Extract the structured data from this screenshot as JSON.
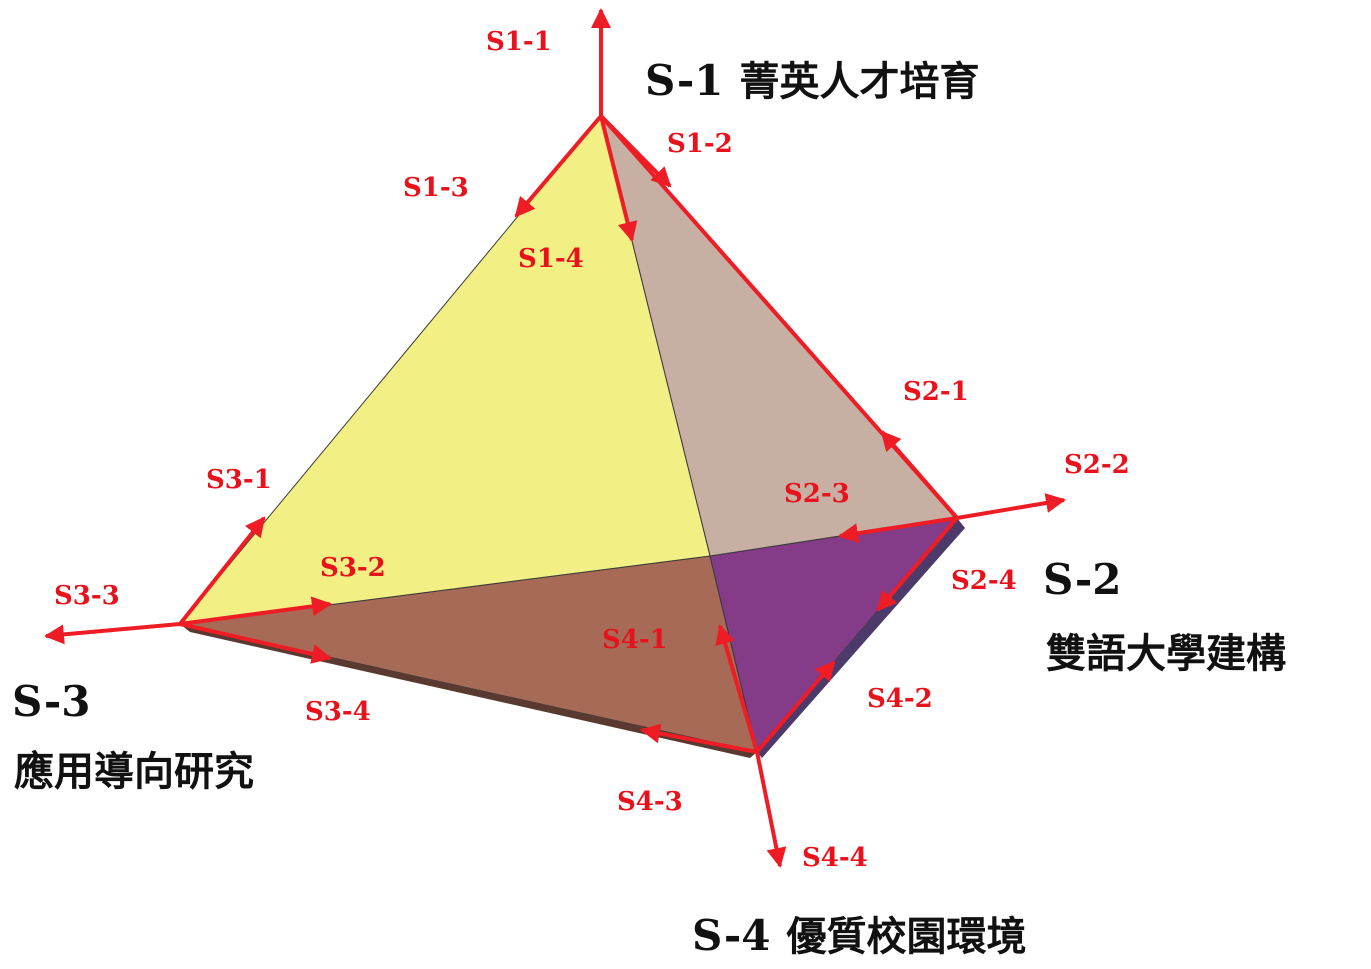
{
  "colors": {
    "face_left": "#f2ef84",
    "face_right": "#c7afa3",
    "face_bottom": "#a66a56",
    "face_purple": "#843c88",
    "vector": "#ee1c24",
    "edge": "#3a3a3a"
  },
  "strategies": [
    {
      "id": "S-1",
      "code": "S-1",
      "name": "菁英人才培育"
    },
    {
      "id": "S-2",
      "code": "S-2",
      "name": "雙語大學建構"
    },
    {
      "id": "S-3",
      "code": "S-3",
      "name": "應用導向研究"
    },
    {
      "id": "S-4",
      "code": "S-4",
      "name": "優質校園環境"
    }
  ],
  "vectors": {
    "s1_1": "S1-1",
    "s1_2": "S1-2",
    "s1_3": "S1-3",
    "s1_4": "S1-4",
    "s2_1": "S2-1",
    "s2_2": "S2-2",
    "s2_3": "S2-3",
    "s2_4": "S2-4",
    "s3_1": "S3-1",
    "s3_2": "S3-2",
    "s3_3": "S3-3",
    "s3_4": "S3-4",
    "s4_1": "S4-1",
    "s4_2": "S4-2",
    "s4_3": "S4-3",
    "s4_4": "S4-4"
  }
}
